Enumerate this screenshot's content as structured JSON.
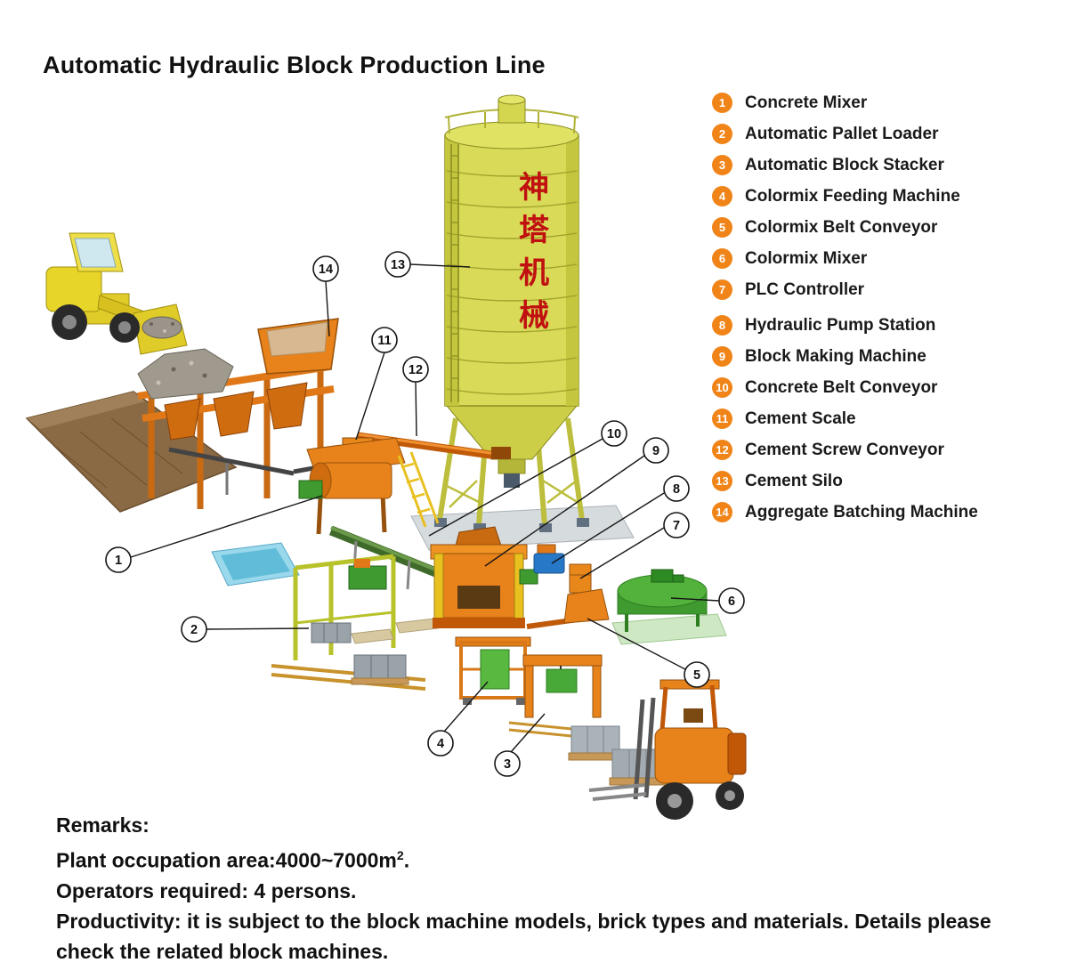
{
  "title": "Automatic Hydraulic Block Production Line",
  "legend": {
    "items": [
      {
        "num": "1",
        "label": "Concrete Mixer"
      },
      {
        "num": "2",
        "label": "Automatic Pallet Loader"
      },
      {
        "num": "3",
        "label": "Automatic Block Stacker"
      },
      {
        "num": "4",
        "label": "Colormix Feeding Machine"
      },
      {
        "num": "5",
        "label": "Colormix Belt Conveyor"
      },
      {
        "num": "6",
        "label": "Colormix Mixer"
      },
      {
        "num": "7",
        "label": "PLC Controller"
      },
      {
        "num": "8",
        "label": "Hydraulic Pump Station"
      },
      {
        "num": "9",
        "label": "Block Making Machine"
      },
      {
        "num": "10",
        "label": "Concrete Belt Conveyor"
      },
      {
        "num": "11",
        "label": "Cement Scale"
      },
      {
        "num": "12",
        "label": "Cement Screw Conveyor"
      },
      {
        "num": "13",
        "label": "Cement Silo"
      },
      {
        "num": "14",
        "label": "Aggregate Batching Machine"
      }
    ]
  },
  "diagram": {
    "silo_chars": [
      "神",
      "塔",
      "机",
      "械"
    ],
    "callouts": [
      {
        "num": "1"
      },
      {
        "num": "2"
      },
      {
        "num": "3"
      },
      {
        "num": "4"
      },
      {
        "num": "5"
      },
      {
        "num": "6"
      },
      {
        "num": "7"
      },
      {
        "num": "8"
      },
      {
        "num": "9"
      },
      {
        "num": "10"
      },
      {
        "num": "11"
      },
      {
        "num": "12"
      },
      {
        "num": "13"
      },
      {
        "num": "14"
      }
    ]
  },
  "remarks": {
    "heading": "Remarks:",
    "line1_prefix": "Plant occupation area:4000~7000m",
    "line1_sup": "2",
    "line1_suffix": ".",
    "line2": "Operators required: 4 persons.",
    "line3": "Productivity: it is subject to the block machine models, brick types and materials. Details please check the related block machines."
  },
  "colors": {
    "badge_orange": "#f08418",
    "machine_orange": "#e8821a",
    "machine_green": "#3f9a30",
    "silo_yellow": "#d8da58",
    "silo_text_red": "#c01010"
  }
}
